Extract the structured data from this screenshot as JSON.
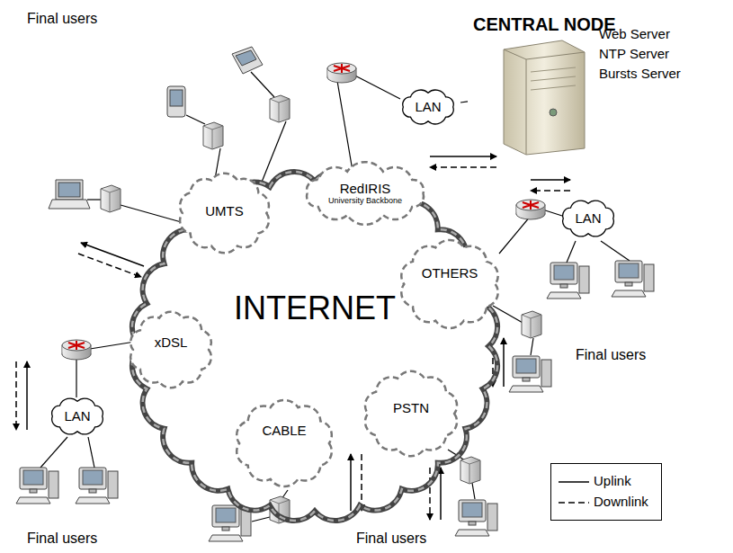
{
  "diagram": {
    "nodes": [
      {
        "text": [
          "INTERNET"
        ]
      },
      {
        "text": [
          "UMTS"
        ]
      },
      {
        "text": [
          "RedIRIS",
          "University Backbone"
        ]
      },
      {
        "text": [
          "OTHERS"
        ]
      },
      {
        "text": [
          "xDSL"
        ]
      },
      {
        "text": [
          "PSTN"
        ]
      },
      {
        "text": [
          "CABLE"
        ]
      },
      {
        "text": [
          "LAN"
        ]
      },
      {
        "text": [
          "CENTRAL NODE",
          "Web Server",
          "NTP Server",
          "Bursts Server"
        ]
      },
      {
        "text": [
          "LAN"
        ]
      },
      {
        "text": [
          "LAN"
        ]
      }
    ],
    "edges": [
      {
        "from": 7,
        "to": 8,
        "arrow": "none"
      }
    ],
    "labels": [
      "Final users",
      "Final users",
      "Final users",
      "Final users"
    ],
    "legend": [
      {
        "text": "Uplink"
      },
      {
        "text": "Downlink"
      }
    ]
  }
}
